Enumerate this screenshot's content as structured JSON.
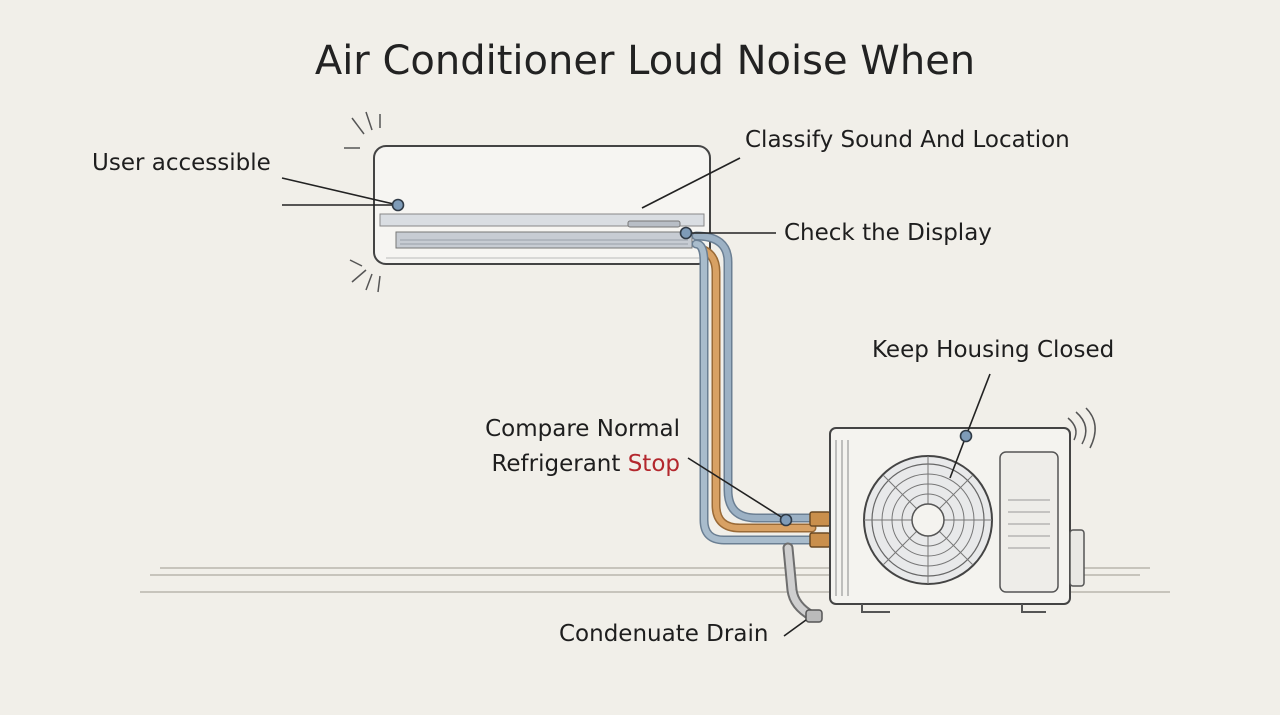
{
  "title": "Air Conditioner Loud Noise When",
  "labels": {
    "user_accessible": "User accessible",
    "classify_sound": "Classify Sound And Location",
    "check_display": "Check the Display",
    "keep_housing": "Keep Housing Closed",
    "compare_line1": "Compare Normal",
    "compare_line2_a": "Refrigerant ",
    "compare_line2_b": "Stop",
    "condensate_drain": "Condenuate Drain"
  },
  "colors": {
    "background": "#f1efe9",
    "stop_text": "#b3272d",
    "marker_dot": "#7e9bb8",
    "pipe_blue": "#8fa7bd",
    "pipe_copper": "#d29a5c"
  }
}
